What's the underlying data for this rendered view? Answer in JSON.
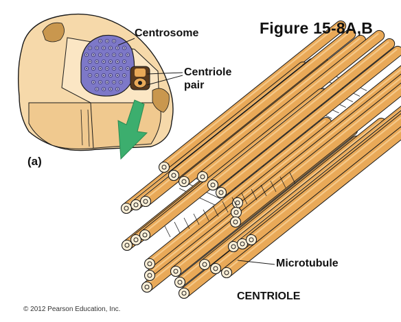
{
  "figure": {
    "title": "Figure 15-8A,B",
    "panel_label": "(a)",
    "labels": {
      "centrosome": "Centrosome",
      "centriole_pair_line1": "Centriole",
      "centriole_pair_line2": "pair",
      "microtubule": "Microtubule",
      "centriole": "CENTRIOLE"
    },
    "credit": "© 2012 Pearson Education, Inc."
  },
  "colors": {
    "cell_fill": "#f6d9aa",
    "cell_cut_face": "#fbe6c4",
    "nucleus": "#7d78c8",
    "tube_fill": "#e9a958",
    "tube_highlight": "#f5c98a",
    "tube_end": "#fbefd7",
    "arrow": "#3cae6e",
    "outline": "#1a1a1a"
  }
}
